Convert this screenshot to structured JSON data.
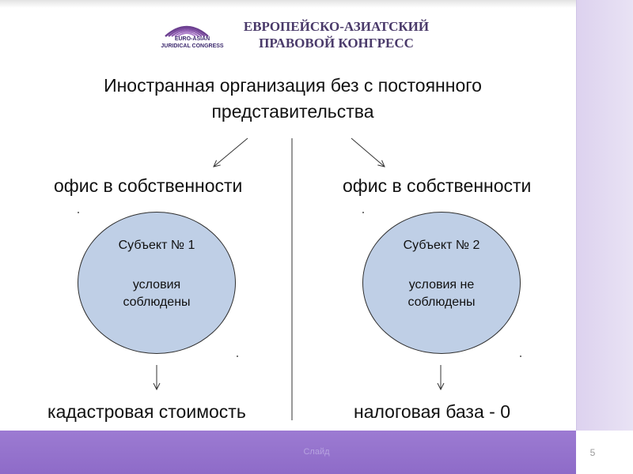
{
  "logo": {
    "en_line1": "EURO-ASIAN",
    "en_line2": "JURIDICAL CONGRESS",
    "ru_line1": "ЕВРОПЕЙСКО-АЗИАТСКИЙ",
    "ru_line2": "ПРАВОВОЙ КОНГРЕСС"
  },
  "title": {
    "line1": "Иностранная организация без с постоянного",
    "line2": "представительства"
  },
  "branches": [
    {
      "label": "офис в собственности",
      "circle_line1": "Субъект № 1",
      "circle_line2": "условия",
      "circle_line3": "соблюдены",
      "result": "кадастровая стоимость"
    },
    {
      "label": "офис в собственности",
      "circle_line1": "Субъект № 2",
      "circle_line2": "условия не",
      "circle_line3": "соблюдены",
      "result": "налоговая база - 0"
    }
  ],
  "footer": {
    "text": "Слайд",
    "page_number": "5"
  },
  "colors": {
    "circle_fill": "#bfcfe6",
    "band": "#9c7bd2",
    "side_panel": "#e4dcf2",
    "logo_text": "#4a3a6a"
  }
}
